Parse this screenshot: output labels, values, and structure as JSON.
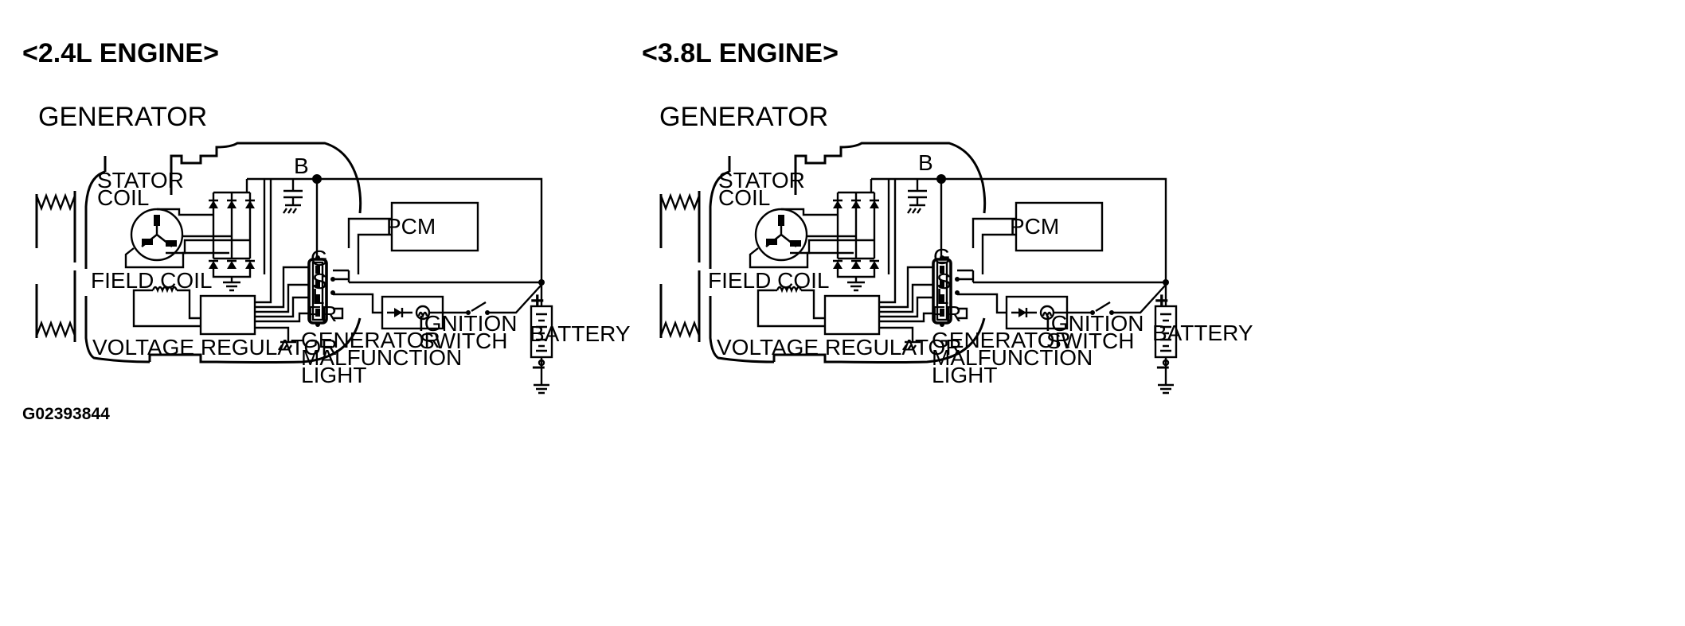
{
  "figure_id": "G02393844",
  "diagrams": [
    {
      "heading": "<2.4L ENGINE>",
      "labels": {
        "generator": "GENERATOR",
        "stator_line1": "STATOR",
        "stator_line2": "COIL",
        "field_coil": "FIELD COIL",
        "voltage_regulator": "VOLTAGE REGULATOR",
        "pcm": "PCM",
        "terminal_b": "B",
        "terminal_g": "G",
        "terminal_s": "S",
        "terminal_l": "L",
        "terminal_fr": "FR",
        "malfunction_line1": "GENERATOR",
        "malfunction_line2": "MALFUNCTION",
        "malfunction_line3": "LIGHT",
        "ignition_line1": "IGNITION",
        "ignition_line2": "SWITCH",
        "battery": "BATTERY",
        "plus": "+",
        "minus": "–"
      }
    },
    {
      "heading": "<3.8L ENGINE>",
      "labels": {
        "generator": "GENERATOR",
        "stator_line1": "STATOR",
        "stator_line2": "COIL",
        "field_coil": "FIELD COIL",
        "voltage_regulator": "VOLTAGE REGULATOR",
        "pcm": "PCM",
        "terminal_b": "B",
        "terminal_g": "G",
        "terminal_s": "S",
        "terminal_l": "L",
        "terminal_fr": "FR",
        "malfunction_line1": "GENERATOR",
        "malfunction_line2": "MALFUNCTION",
        "malfunction_line3": "LIGHT",
        "ignition_line1": "IGNITION",
        "ignition_line2": "SWITCH",
        "battery": "BATTERY",
        "plus": "+",
        "minus": "–"
      }
    }
  ]
}
